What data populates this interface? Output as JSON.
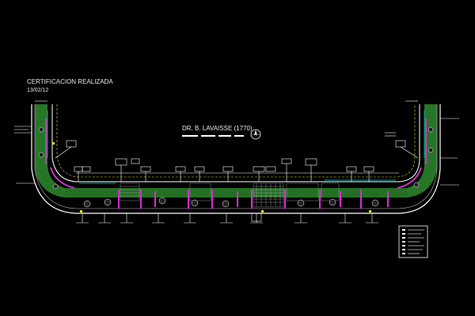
{
  "drawing": {
    "certification_title": "CERTIFICACION REALIZADA",
    "certification_date": "13/02/12",
    "street_name": "DR. B. LAVAISSE (1770)"
  },
  "colors": {
    "background": "#000000",
    "lines": "#ffffff",
    "green_area": "#2e8b2e",
    "magenta": "#d030d0",
    "cyan": "#00c8c8",
    "yellow": "#e0e020"
  },
  "icons": {
    "north": "north-arrow-icon",
    "tree": "tree-icon"
  }
}
